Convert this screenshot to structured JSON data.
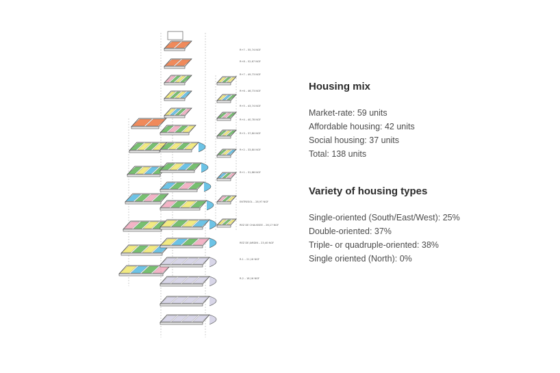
{
  "diagram": {
    "floor_labels": [
      "R+7 – 55,74 NGF",
      "R+8 – 52,67 NGF",
      "R+7 – 49,73 NGF",
      "R+6 – 46,73 NGF",
      "R+5 – 43,74 NGF",
      "R+4 – 40,78 NGF",
      "R+3 – 37,80 NGF",
      "R+2 – 33,80 NGF",
      "R+1 – 31,88 NGF",
      "ENTRESOL – 28,97 NGF",
      "REZ DE CHAUSSEE – 26,17 NGF",
      "REZ DE JARDIN – 23,40 NGF",
      "R-1 – 21,16 NGF",
      "R-2 – 18,16 NGF"
    ],
    "colors": {
      "market_rate": "#77c070",
      "affordable": "#f2ea82",
      "social": "#6cc3e6",
      "commercial": "#f08a5b",
      "shared": "#f3b4c6",
      "parking": "#d8d6e8",
      "outline": "#444444"
    }
  },
  "housing_mix": {
    "title": "Housing mix",
    "lines": [
      "Market-rate: 59 units",
      "Affordable housing: 42 units",
      "Social housing: 37 units",
      "Total: 138 units"
    ]
  },
  "housing_types": {
    "title": "Variety of housing types",
    "lines": [
      "Single-oriented (South/East/West): 25%",
      "Double-oriented: 37%",
      "Triple- or quadruple-oriented: 38%",
      "Single oriented (North): 0%"
    ]
  }
}
